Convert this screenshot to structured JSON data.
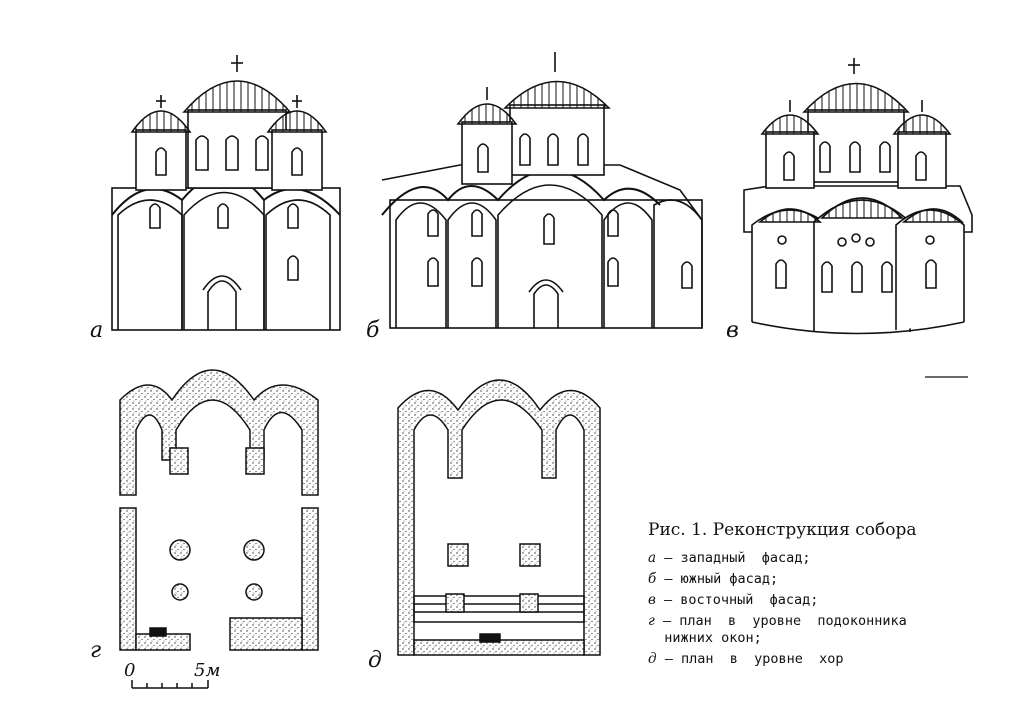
{
  "panels": {
    "a": "а",
    "b": "б",
    "v": "в",
    "g": "г",
    "d": "д"
  },
  "scale": {
    "zero": "0",
    "five": "5м"
  },
  "caption": {
    "title": "Рис. 1. Реконструкция собора",
    "items": [
      {
        "letter": "а",
        "text": " — западный  фасад;"
      },
      {
        "letter": "б",
        "text": " — южный фасад;"
      },
      {
        "letter": "в",
        "text": " — восточный  фасад;"
      },
      {
        "letter": "г",
        "text": " — план  в  уровне  подоконника\n  нижних окон;"
      },
      {
        "letter": "д",
        "text": " — план  в  уровне  хор"
      }
    ]
  },
  "colors": {
    "ink": "#111111",
    "paper": "#ffffff"
  }
}
